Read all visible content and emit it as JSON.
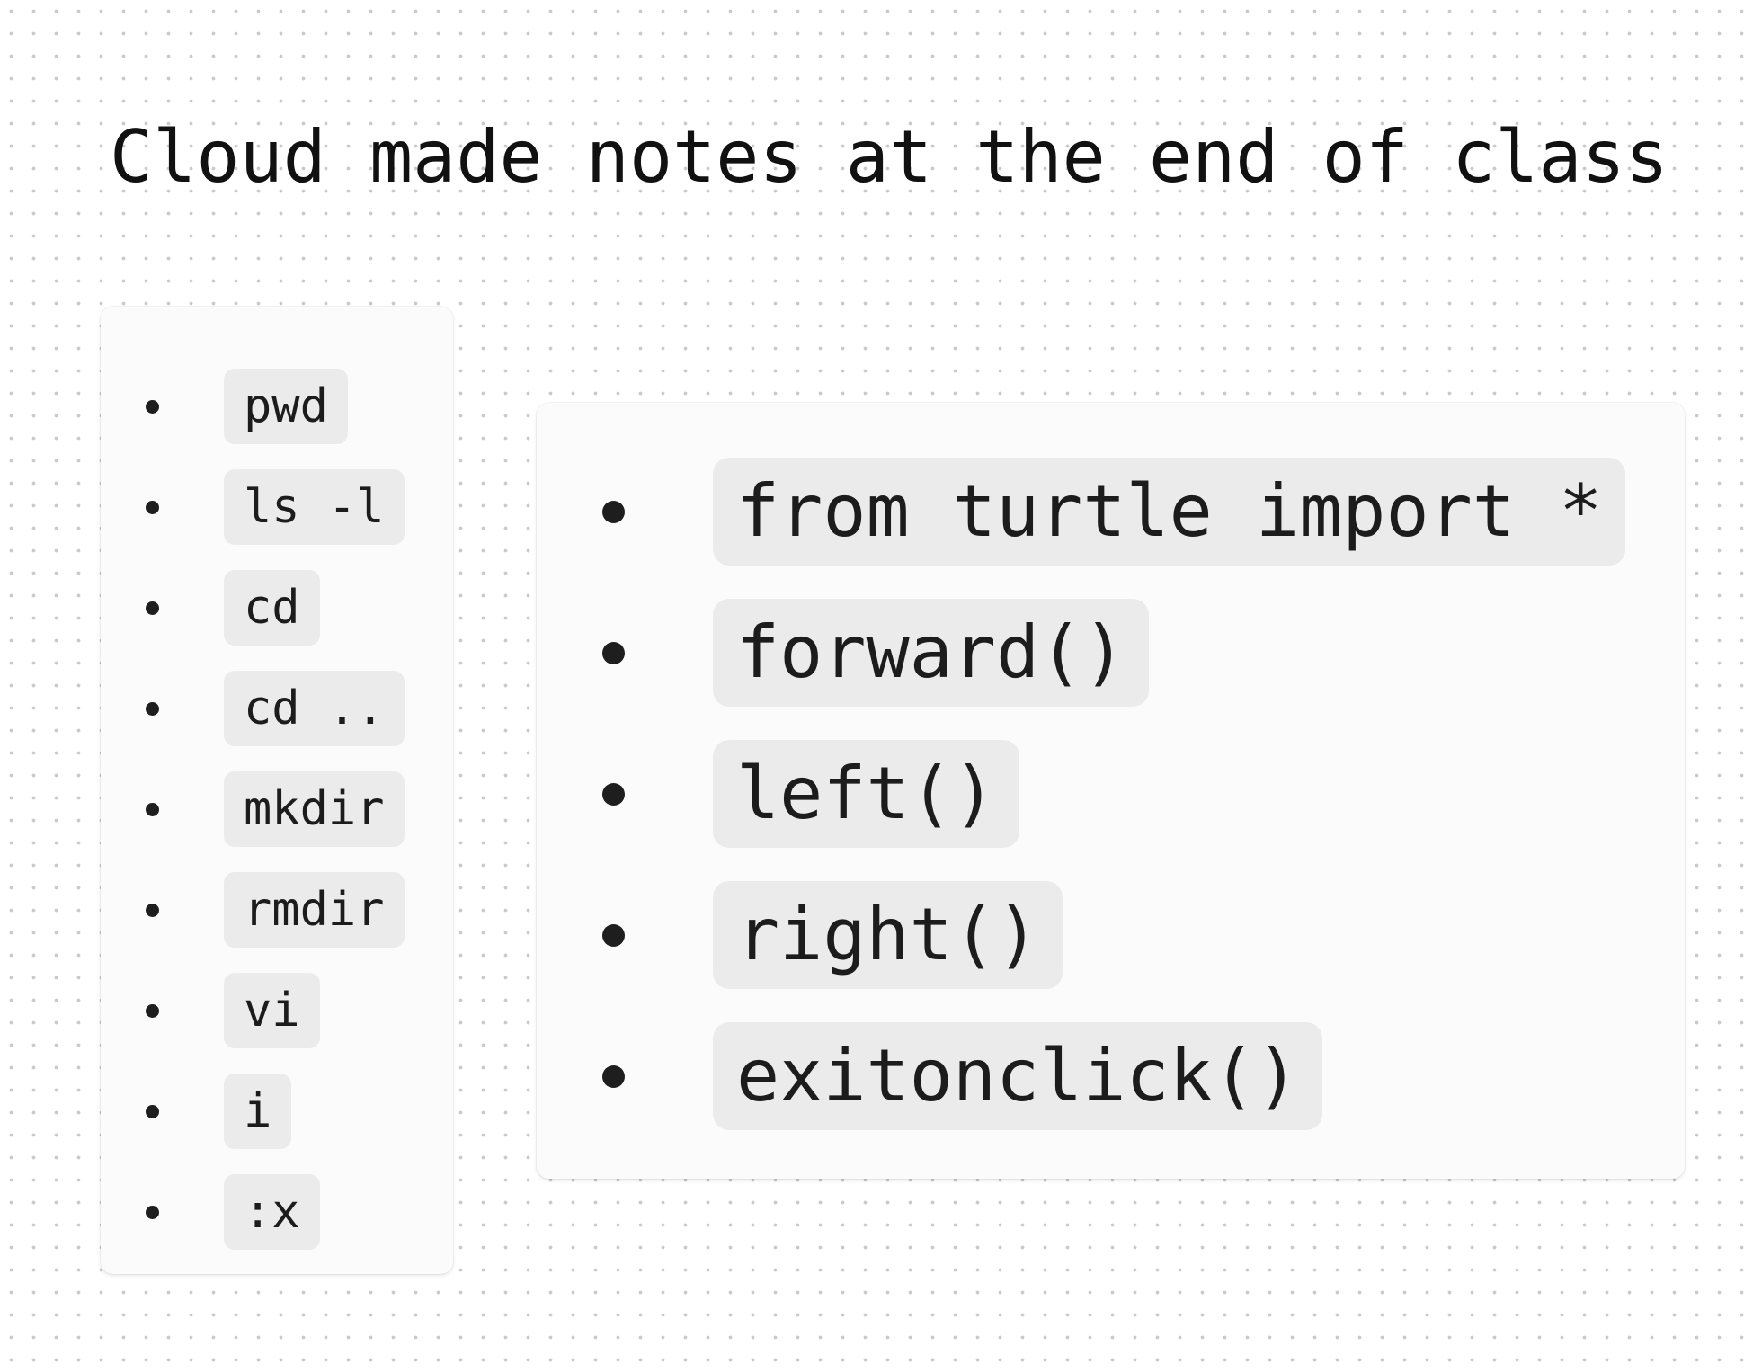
{
  "page": {
    "title": "Cloud made notes at the end of class"
  },
  "terminal_card": {
    "items": [
      {
        "command": "pwd"
      },
      {
        "command": "ls -l"
      },
      {
        "command": "cd"
      },
      {
        "command": "cd .."
      },
      {
        "command": "mkdir"
      },
      {
        "command": "rmdir"
      },
      {
        "command": "vi"
      },
      {
        "command": "i"
      },
      {
        "command": ":x"
      }
    ]
  },
  "turtle_card": {
    "items": [
      {
        "command": "from turtle import *"
      },
      {
        "command": "forward()"
      },
      {
        "command": "left()"
      },
      {
        "command": "right()"
      },
      {
        "command": "exitonclick()"
      }
    ]
  },
  "colors": {
    "canvas": "#ffffff",
    "dot_grid": "#c9c9c9",
    "card_background": "#fbfbfb",
    "code_chip": "#ebebeb",
    "text": "#1a1a1a"
  }
}
